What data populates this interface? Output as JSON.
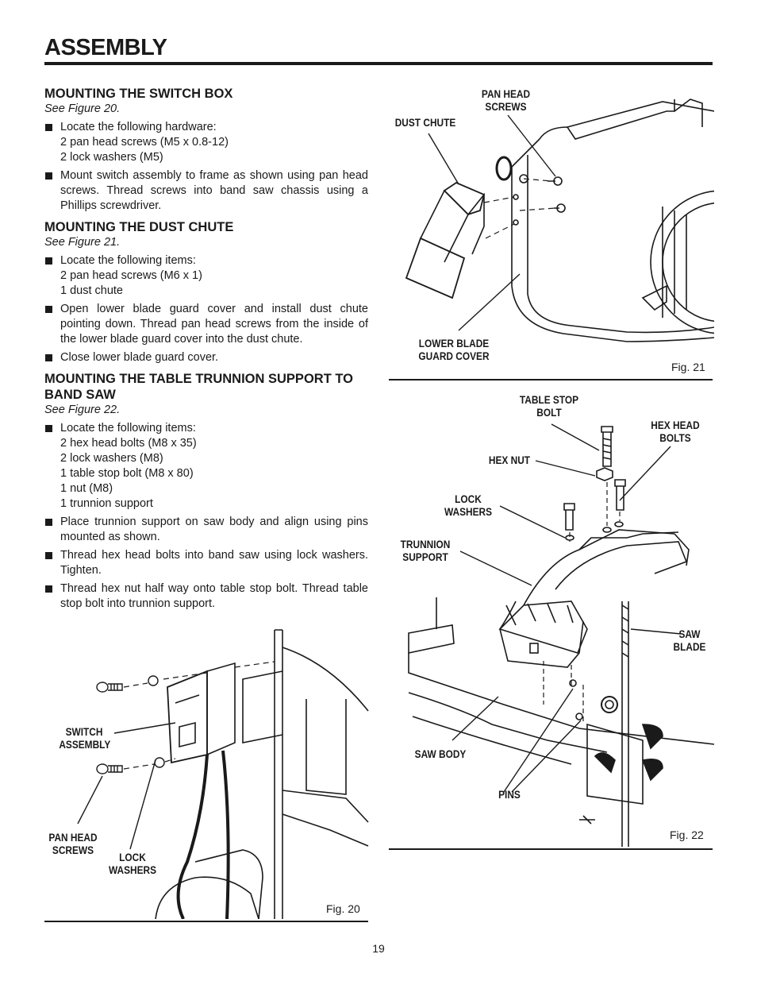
{
  "page": {
    "title": "ASSEMBLY",
    "number": "19"
  },
  "sections": {
    "switch_box": {
      "heading": "MOUNTING THE SWITCH BOX",
      "see": "See Figure 20.",
      "b1_lead": "Locate the following hardware:",
      "b1_l1": "2 pan head screws (M5 x 0.8-12)",
      "b1_l2": "2 lock washers (M5)",
      "b2": "Mount switch assembly to frame as shown using pan head screws. Thread screws into band saw chassis using a Phillips screwdriver."
    },
    "dust_chute": {
      "heading": "MOUNTING THE DUST CHUTE",
      "see": "See Figure 21.",
      "b1_lead": "Locate the following items:",
      "b1_l1": "2 pan head screws (M6 x 1)",
      "b1_l2": "1 dust chute",
      "b2": "Open lower blade guard cover and install dust chute pointing down. Thread pan head screws from the inside of the lower blade guard cover into the dust chute.",
      "b3": "Close lower blade guard cover."
    },
    "trunnion": {
      "heading": "MOUNTING THE TABLE TRUNNION SUPPORT TO BAND SAW",
      "see": "See Figure 22.",
      "b1_lead": "Locate the following items:",
      "b1_l1": "2 hex head bolts (M8 x 35)",
      "b1_l2": "2 lock washers (M8)",
      "b1_l3": "1 table stop bolt (M8 x 80)",
      "b1_l4": "1 nut (M8)",
      "b1_l5": "1 trunnion support",
      "b2": "Place trunnion support on saw body and align using pins mounted as shown.",
      "b3": "Thread hex head bolts into band saw using lock washers. Tighten.",
      "b4": "Thread hex nut half way onto table stop bolt. Thread table stop bolt into trunnion support."
    }
  },
  "fig20": {
    "caption": "Fig. 20",
    "switch_assembly": "SWITCH ASSEMBLY",
    "pan_head_screws": "PAN HEAD SCREWS",
    "lock_washers": "LOCK WASHERS"
  },
  "fig21": {
    "caption": "Fig. 21",
    "pan_head_screws": "PAN HEAD SCREWS",
    "dust_chute": "DUST CHUTE",
    "lower_blade_guard_cover": "LOWER BLADE GUARD COVER"
  },
  "fig22": {
    "caption": "Fig. 22",
    "table_stop_bolt": "TABLE STOP BOLT",
    "hex_head_bolts": "HEX HEAD BOLTS",
    "hex_nut": "HEX NUT",
    "lock_washers": "LOCK WASHERS",
    "trunnion_support": "TRUNNION SUPPORT",
    "saw_blade": "SAW BLADE",
    "saw_body": "SAW BODY",
    "pins": "PINS"
  }
}
